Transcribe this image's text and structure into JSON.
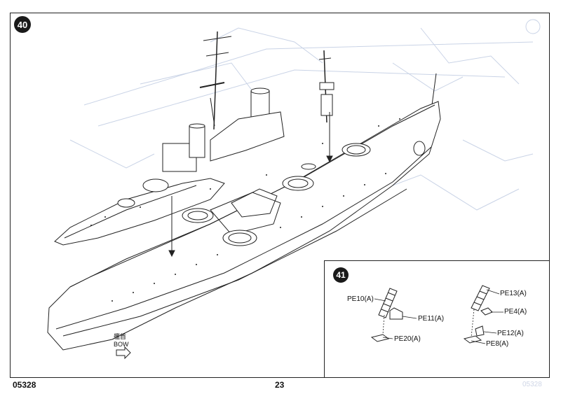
{
  "steps": {
    "main": "40",
    "inset": "41"
  },
  "bow": {
    "cjk": "艦首",
    "label": "BOW"
  },
  "parts": {
    "pe10": "PE10(A)",
    "pe11": "PE11(A)",
    "pe20": "PE20(A)",
    "pe13": "PE13(A)",
    "pe4": "PE4(A)",
    "pe12": "PE12(A)",
    "pe8": "PE8(A)"
  },
  "footer": {
    "code": "05328",
    "page": "23",
    "ghost": "05328"
  },
  "colors": {
    "line": "#222222",
    "bleed": "#c9d3e6"
  }
}
